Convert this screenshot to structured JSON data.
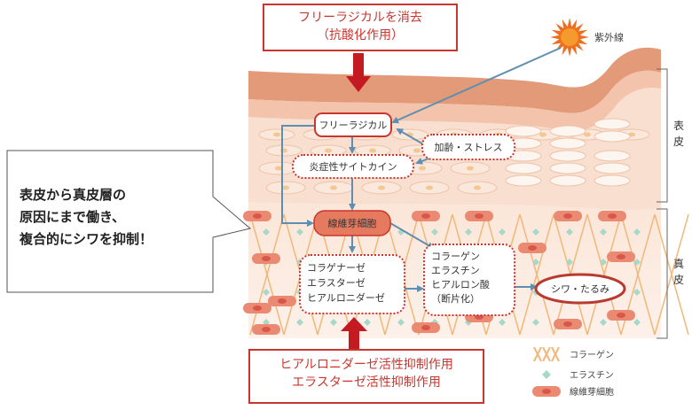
{
  "top_box": {
    "line1": "フリーラジカルを消去",
    "line2": "（抗酸化作用）"
  },
  "bottom_box": {
    "line1": "ヒアルロニダーゼ活性抑制作用",
    "line2": "エラスターゼ活性抑制作用"
  },
  "callout": {
    "line1": "表皮から真皮層の",
    "line2": "原因にまで働き、",
    "line3": "複合的にシワを抑制！"
  },
  "sun": {
    "label": "紫外線"
  },
  "nodes": {
    "free_radical": "フリーラジカル",
    "aging_stress": "加齢・ストレス",
    "inflammatory": "炎症性サイトカイン",
    "fibroblast": "線維芽細胞",
    "enzymes": [
      "コラゲナーゼ",
      "エラスターゼ",
      "ヒアルロニダーゼ"
    ],
    "components": [
      "コラーゲン",
      "エラスチン",
      "ヒアルロン酸",
      "（断片化）"
    ],
    "wrinkle": "シワ・たるみ"
  },
  "side_labels": {
    "epidermis": [
      "表",
      "皮"
    ],
    "dermis": [
      "真",
      "皮"
    ]
  },
  "legend": [
    {
      "icon": "collagen-icon",
      "label": "コラーゲン"
    },
    {
      "icon": "elastin-icon",
      "label": "エラスチン"
    },
    {
      "icon": "fibroblast-icon",
      "label": "線維芽細胞"
    }
  ],
  "colors": {
    "accent_red": "#c9362e",
    "arrow_blue": "#5e8fb0",
    "skin_dark": "#e08f6f",
    "skin_light": "#f7d7c4",
    "dermis": "#f9e3d6",
    "collagen": "#f0b87a",
    "elastin": "#a8d8c8",
    "cell": "#e8826a"
  }
}
